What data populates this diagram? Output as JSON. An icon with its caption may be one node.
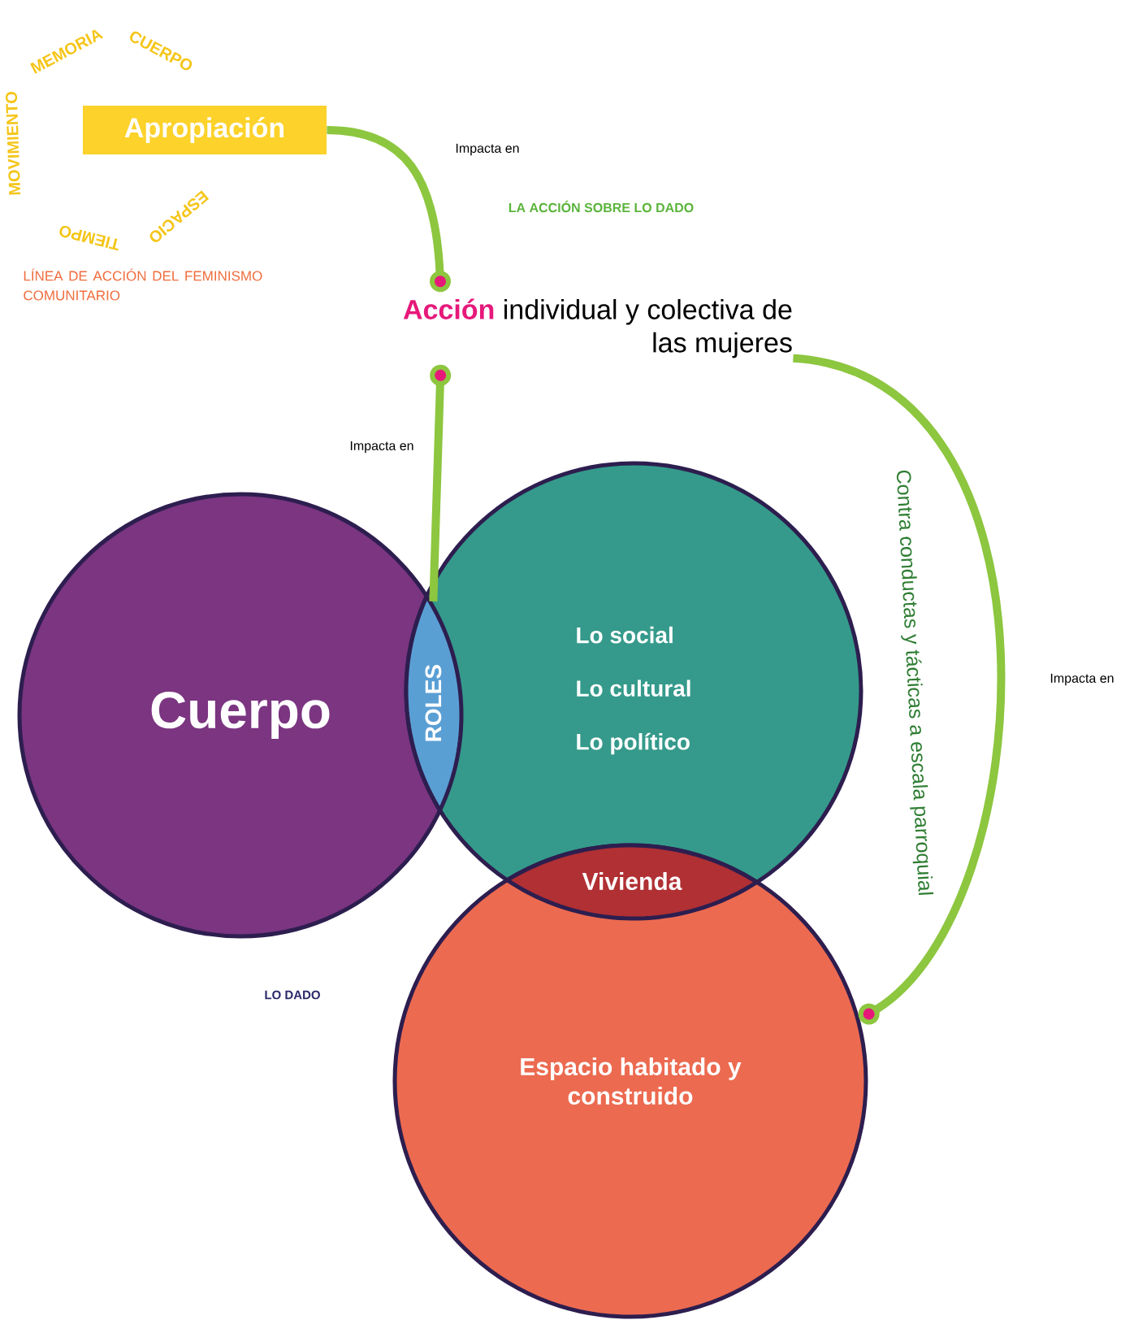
{
  "diagram": {
    "nodes": [
      {
        "text": [
          "Apropiación"
        ]
      },
      {
        "text": [
          "Acción",
          "individual y colectiva de las mujeres"
        ]
      },
      {
        "text": [
          "Cuerpo"
        ]
      },
      {
        "text": [
          "ROLES"
        ]
      },
      {
        "text": [
          "Lo social",
          "Lo cultural",
          "Lo político"
        ]
      },
      {
        "text": [
          "Vivienda"
        ]
      },
      {
        "text": [
          "Espacio habitado y construido"
        ]
      }
    ],
    "edges": [
      {
        "from": 0,
        "to": 1,
        "arrow": "other"
      },
      {
        "from": 3,
        "to": 1,
        "arrow": "other"
      },
      {
        "from": 1,
        "to": 6,
        "arrow": "other",
        "label": "Contra conductas y tácticas a escala parroquial"
      }
    ],
    "labels": [
      "MOVIMIENTO",
      "MEMORIA",
      "CUERPO",
      "ESPACIO",
      "TIEMPO",
      "LÍNEA DE ACCIÓN DEL FEMINISMO COMUNITARIO",
      "Impacta en",
      "LA ACCIÓN SOBRE LO DADO",
      "Impacta en",
      "Impacta en",
      "LO DADO"
    ]
  }
}
